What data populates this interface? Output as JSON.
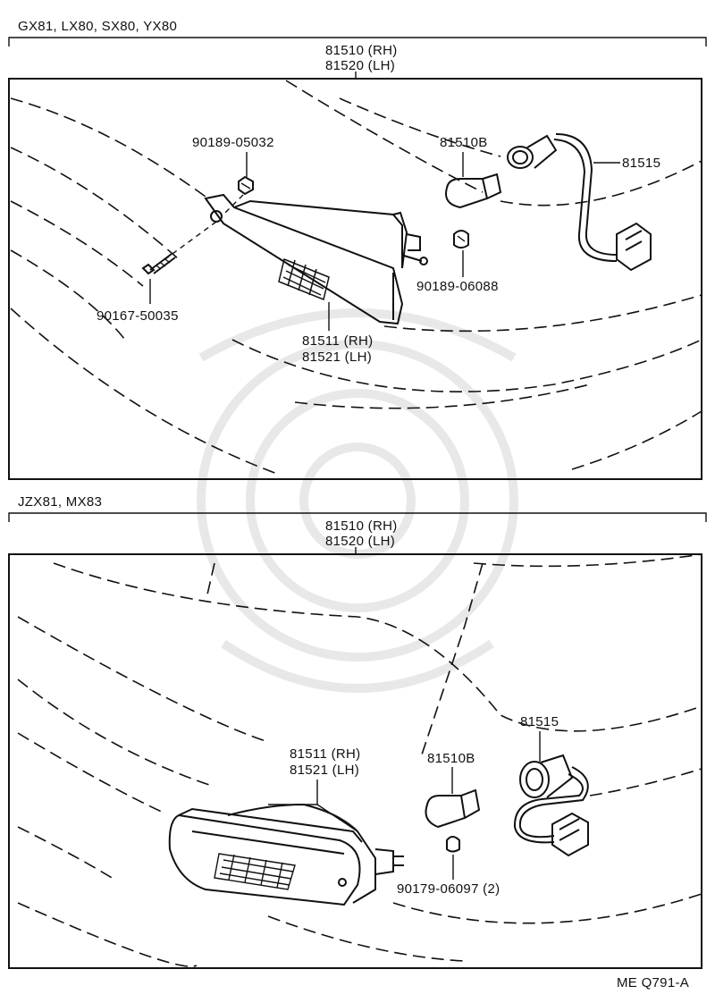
{
  "sections": [
    {
      "models": "GX81, LX80, SX80, YX80",
      "assembly": [
        "81510 (RH)",
        "81520 (LH)"
      ],
      "callouts": {
        "screw_nut": "90189-05032",
        "bulb": "81510B",
        "socket_wire": "81515",
        "clip": "90189-06088",
        "bolt": "90167-50035",
        "lens": [
          "81511 (RH)",
          "81521 (LH)"
        ]
      }
    },
    {
      "models": "JZX81, MX83",
      "assembly": [
        "81510 (RH)",
        "81520 (LH)"
      ],
      "callouts": {
        "lens": [
          "81511 (RH)",
          "81521 (LH)"
        ],
        "bulb": "81510B",
        "socket_wire": "81515",
        "clip": "90179-06097 (2)"
      }
    }
  ],
  "diagram_code": "ME Q791-A"
}
